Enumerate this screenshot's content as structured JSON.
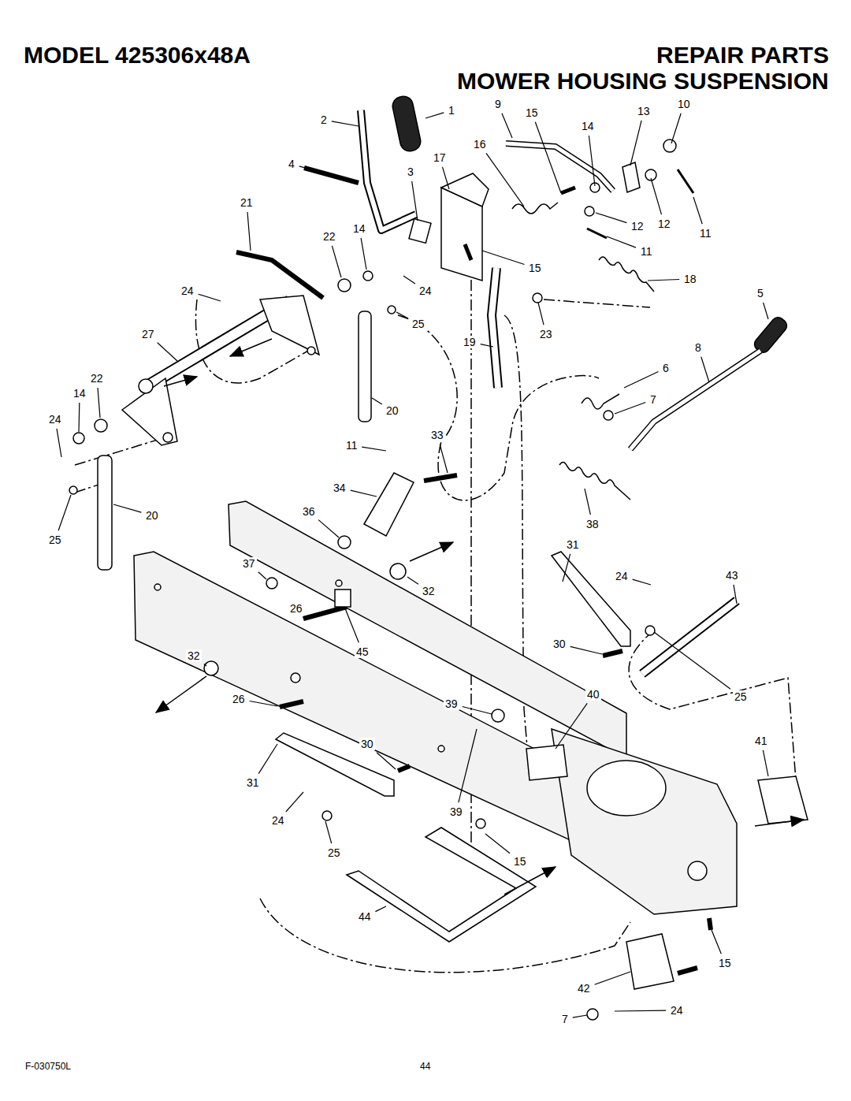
{
  "diagram": {
    "title": "MOWER HOUSING SUSPENSION",
    "labels": [
      "MODEL 425306x48A",
      "REPAIR PARTS",
      "1",
      "2",
      "9",
      "15",
      "13",
      "10",
      "14",
      "16",
      "17",
      "4",
      "3",
      "21",
      "22",
      "14",
      "12",
      "12",
      "11",
      "11",
      "15",
      "24",
      "24",
      "18",
      "5",
      "25",
      "27",
      "19",
      "23",
      "8",
      "6",
      "22",
      "14",
      "24",
      "7",
      "20",
      "11",
      "33",
      "34",
      "36",
      "20",
      "38",
      "25",
      "31",
      "24",
      "43",
      "37",
      "32",
      "26",
      "45",
      "32",
      "30",
      "40",
      "25",
      "26",
      "39",
      "41",
      "30",
      "31",
      "39",
      "24",
      "25",
      "15",
      "44",
      "42",
      "15",
      "7",
      "24",
      "F-030750L",
      "44"
    ]
  }
}
